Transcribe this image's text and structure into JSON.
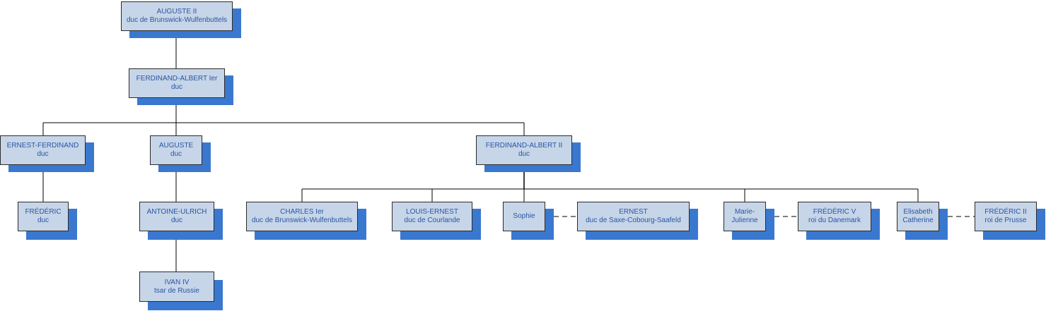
{
  "nodes": [
    {
      "id": "auguste2",
      "line1": "AUGUSTE II",
      "line2": "duc de Brunswick-Wulfenbuttels"
    },
    {
      "id": "ferdinand_albert1",
      "line1": "FERDINAND-ALBERT Ier",
      "line2": "duc"
    },
    {
      "id": "ernest_ferdinand",
      "line1": "ERNEST-FERDINAND",
      "line2": "duc"
    },
    {
      "id": "auguste",
      "line1": "AUGUSTE",
      "line2": "duc"
    },
    {
      "id": "ferdinand_albert2",
      "line1": "FERDINAND-ALBERT II",
      "line2": "duc"
    },
    {
      "id": "frederic",
      "line1": "FRÉDÉRIC",
      "line2": "duc"
    },
    {
      "id": "antoine_ulrich",
      "line1": "ANTOINE-ULRICH",
      "line2": "duc"
    },
    {
      "id": "ivan4",
      "line1": "IVAN IV",
      "line2": "tsar de Russie"
    },
    {
      "id": "charles1",
      "line1": "CHARLES Ier",
      "line2": "duc de Brunswick-Wulfenbuttels"
    },
    {
      "id": "louis_ernest",
      "line1": "LOUIS-ERNEST",
      "line2": "duc de Courlande"
    },
    {
      "id": "sophie",
      "line1": "Sophie",
      "line2": ""
    },
    {
      "id": "ernest",
      "line1": "ERNEST",
      "line2": "duc de Saxe-Cobourg-Saafeld"
    },
    {
      "id": "marie_julienne",
      "line1": "Marie-",
      "line2": "Julienne"
    },
    {
      "id": "frederic5",
      "line1": "FRÉDÉRIC V",
      "line2": "roi du Danemark"
    },
    {
      "id": "elisabeth",
      "line1": "Elisabeth",
      "line2": "Catherine"
    },
    {
      "id": "frederic2",
      "line1": "FRÉDÉRIC II",
      "line2": "roi de Prusse"
    }
  ],
  "colors": {
    "box_fill": "#c6d5e7",
    "box_border": "#2b2b2b",
    "shadow": "#3a78d0",
    "text": "#2a55a8",
    "line": "#000000",
    "marriage_line": "#555555"
  }
}
